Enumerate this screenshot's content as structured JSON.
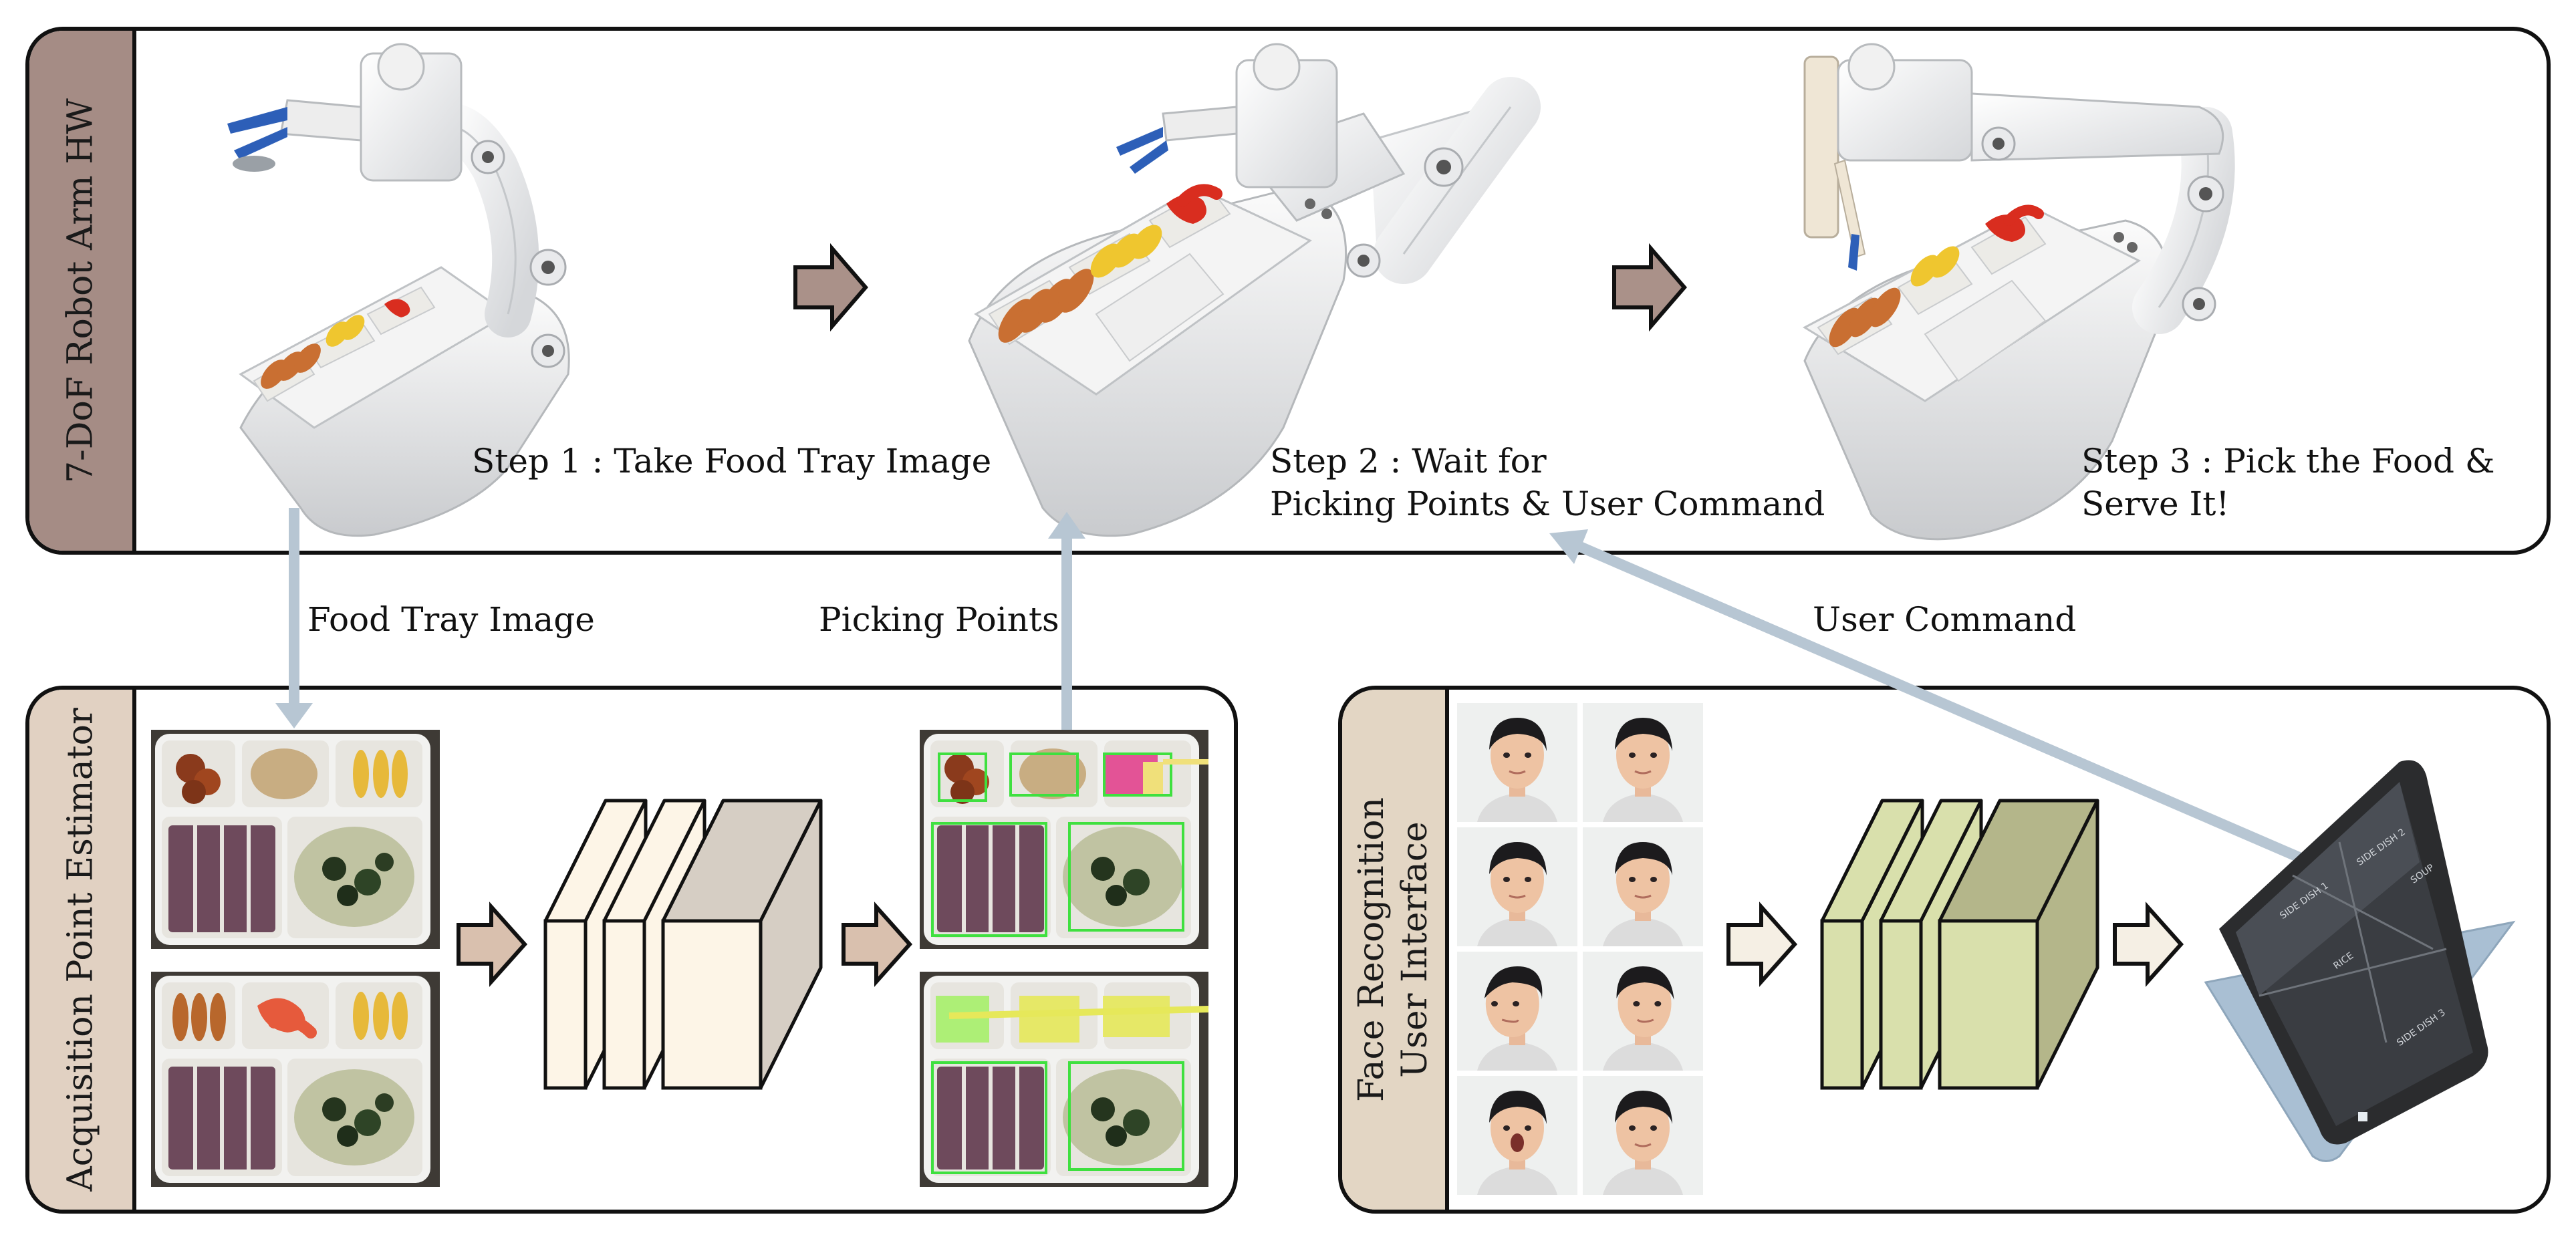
{
  "colors": {
    "hw_tab": "#a58c85",
    "estimator_tab": "#e1d1c2",
    "face_tab": "#e3d6c4",
    "connector": "#b7c6d3",
    "step_arrow": "#aa9189",
    "estimator_arrow": "#d9c0ae",
    "face_arrow": "#f5efe4",
    "cnn_estimator": [
      "#fdf5e7",
      "#fdf5e7",
      "#d6cec4"
    ],
    "cnn_face": [
      "#d9e0ac",
      "#d9e0ac",
      "#b4b68a"
    ]
  },
  "hardware": {
    "tab_label": "7-DoF Robot Arm HW",
    "step1": "Step 1 : Take Food Tray Image",
    "step2_line1": "Step 2 : Wait for",
    "step2_line2": "Picking Points & User Command",
    "step3_line1": "Step 3 : Pick the Food &",
    "step3_line2": "Serve It!"
  },
  "connectors": {
    "food_tray_image": "Food Tray Image",
    "picking_points": "Picking Points",
    "user_command": "User Command"
  },
  "estimator": {
    "tab_label": "Acquisition Point Estimator"
  },
  "face": {
    "tab_label_line1": "Face Recognition",
    "tab_label_line2": "User Interface",
    "tablet_labels": [
      "SIDE DISH 1",
      "SIDE DISH 2",
      "SOUP",
      "RICE",
      "SIDE DISH 3"
    ]
  }
}
